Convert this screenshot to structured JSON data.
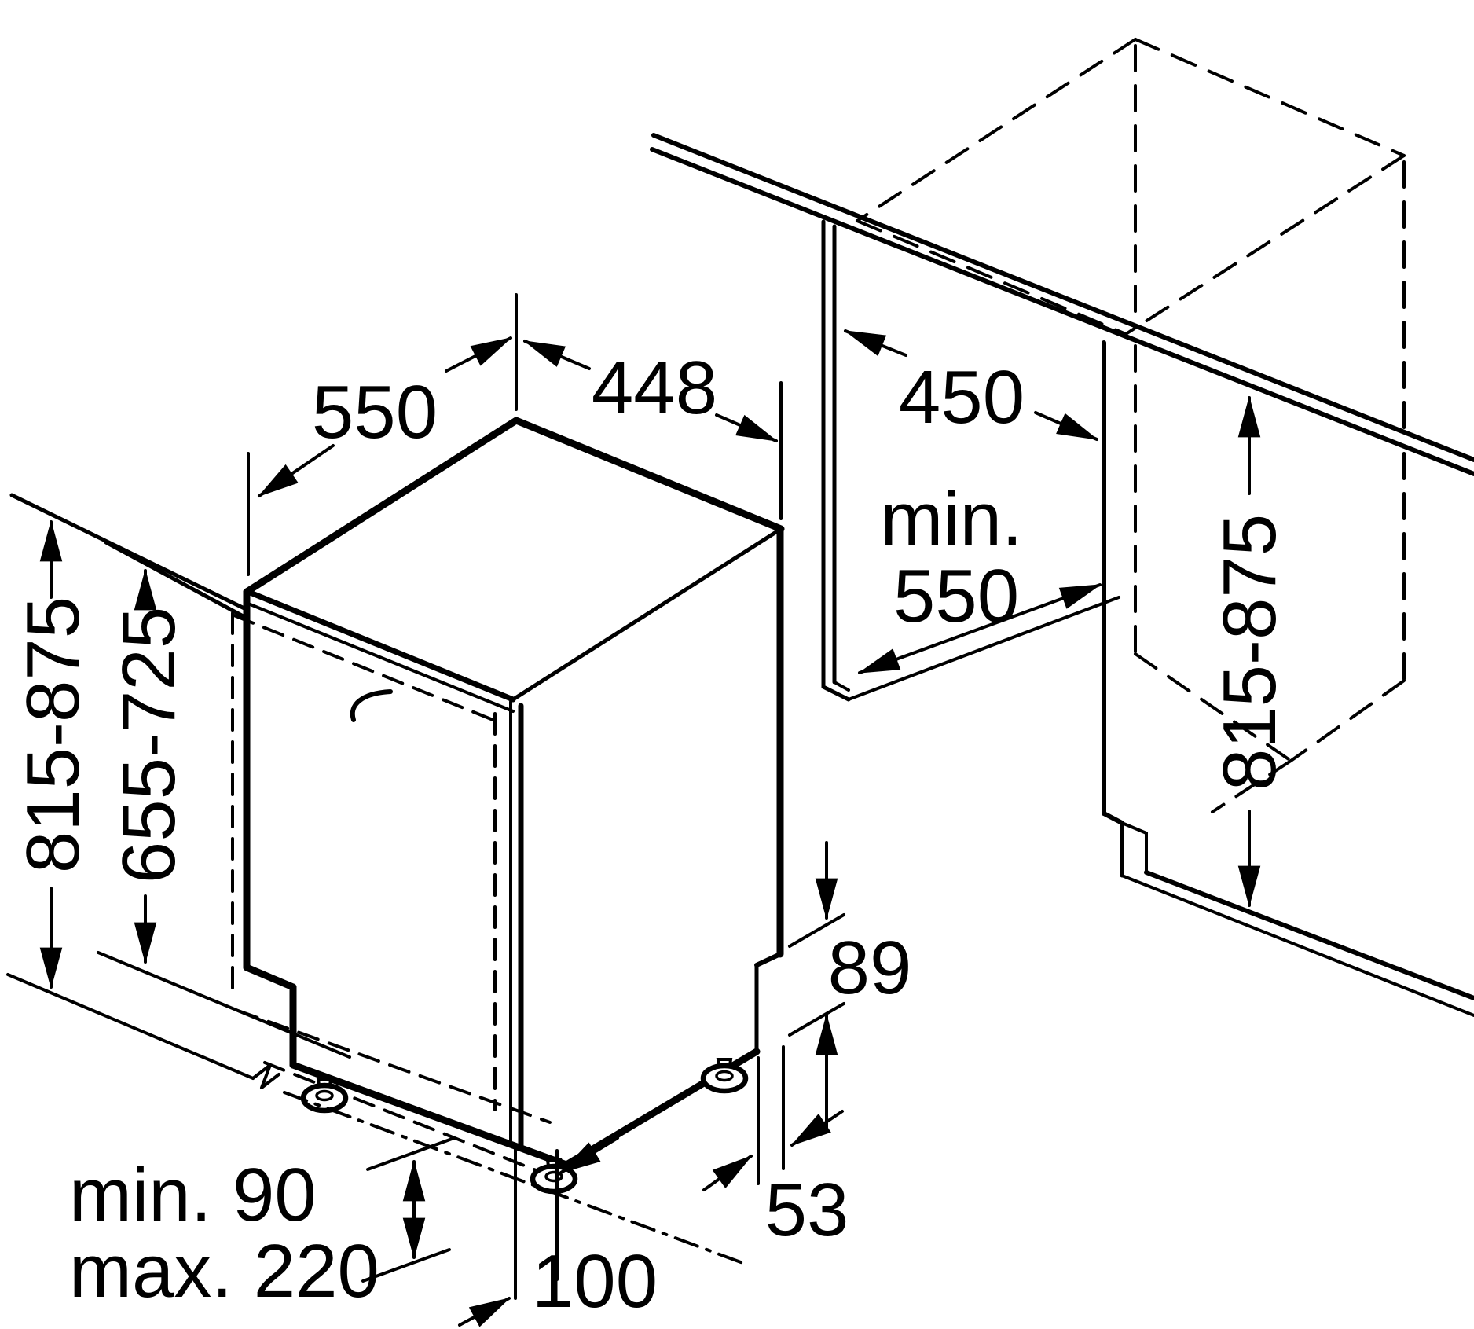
{
  "diagram": {
    "colors": {
      "line": "#000000",
      "background": "#ffffff"
    },
    "appliance": {
      "depth_label": "550",
      "width_label": "448",
      "height_label": "815-875",
      "door_height_label": "655-725",
      "side_step_height_label": "89",
      "side_step_depth_label": "53",
      "foot_inset_label": "100",
      "plinth_min_label": "min. 90",
      "plinth_max_label": "max. 220"
    },
    "niche": {
      "width_label": "450",
      "depth_label_line1": "min.",
      "depth_label_line2": "550",
      "height_label": "815-875"
    }
  }
}
